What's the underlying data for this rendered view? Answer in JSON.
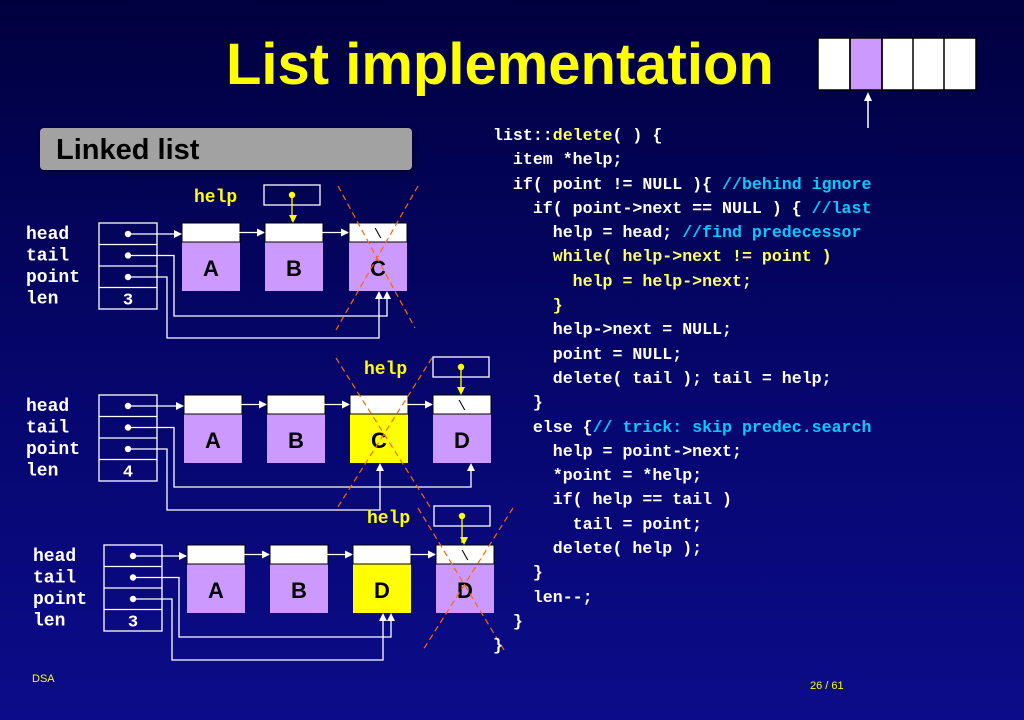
{
  "slide": {
    "title": "List implementation",
    "section_label": "Linked list",
    "footer_left": "DSA",
    "page_number": "26 / 61"
  },
  "diagram": {
    "field_labels": [
      "head",
      "tail",
      "point",
      "len"
    ],
    "help_label": "help",
    "null_mark": "\\",
    "scenarios": [
      {
        "len_value": "3",
        "nodes": [
          "A",
          "B",
          "C"
        ],
        "highlight": [],
        "deleted": [
          2
        ]
      },
      {
        "len_value": "4",
        "nodes": [
          "A",
          "B",
          "C",
          "D"
        ],
        "highlight": [
          2
        ],
        "deleted": []
      },
      {
        "len_value": "3",
        "nodes": [
          "A",
          "B",
          "D",
          "D"
        ],
        "highlight": [
          2
        ],
        "deleted": [
          3
        ]
      }
    ],
    "colors": {
      "node_fill": "#cc99ff",
      "highlight_fill": "#ffff00",
      "cross": "#ff6600",
      "help": "#ffff00"
    }
  },
  "code": {
    "lines": [
      [
        {
          "t": "list::"
        },
        {
          "t": "delete",
          "c": "kw"
        },
        {
          "t": "( ) {"
        }
      ],
      [
        {
          "t": "  item *help;"
        }
      ],
      [
        {
          "t": "  if( point != NULL ){ "
        },
        {
          "t": "//behind ignore",
          "c": "cm"
        }
      ],
      [
        {
          "t": "    if( point->next == NULL ) { "
        },
        {
          "t": "//last",
          "c": "cm"
        }
      ],
      [
        {
          "t": "      help = head; "
        },
        {
          "t": "//find predecessor",
          "c": "cm"
        }
      ],
      [
        {
          "t": "      while( help->next != point )",
          "c": "kw"
        }
      ],
      [
        {
          "t": "        help = help->next;",
          "c": "kw"
        }
      ],
      [
        {
          "t": "      }",
          "c": "kw"
        }
      ],
      [
        {
          "t": "      help->next = NULL;"
        }
      ],
      [
        {
          "t": "      point = NULL;"
        }
      ],
      [
        {
          "t": "      delete( tail ); tail = help;"
        }
      ],
      [
        {
          "t": "    }"
        }
      ],
      [
        {
          "t": "    else {"
        },
        {
          "t": "// trick: skip predec.search",
          "c": "cm"
        }
      ],
      [
        {
          "t": "      help = point->next;"
        }
      ],
      [
        {
          "t": "      *point = *help;"
        }
      ],
      [
        {
          "t": "      if( help == tail )"
        }
      ],
      [
        {
          "t": "        tail = point;"
        }
      ],
      [
        {
          "t": "      delete( help );"
        }
      ],
      [
        {
          "t": "    }"
        }
      ],
      [
        {
          "t": "    len--;"
        }
      ],
      [
        {
          "t": "  }"
        }
      ],
      [
        {
          "t": "}"
        }
      ]
    ]
  }
}
